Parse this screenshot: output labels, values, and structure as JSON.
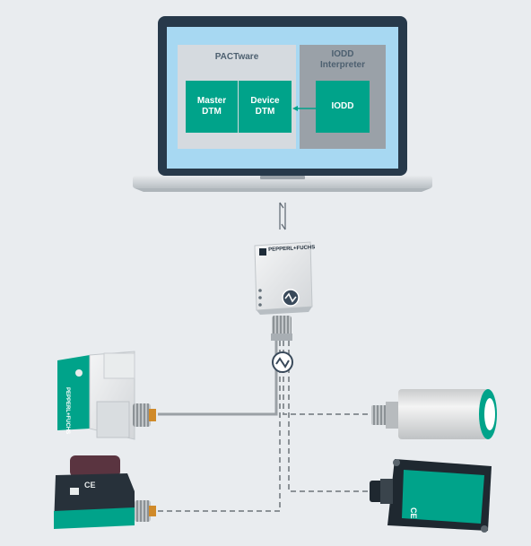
{
  "software": {
    "pactware_label": "PACTware",
    "master_dtm_line1": "Master",
    "master_dtm_line2": "DTM",
    "device_dtm_line1": "Device",
    "device_dtm_line2": "DTM",
    "iodd_interpreter_line1": "IODD",
    "iodd_interpreter_line2": "Interpreter",
    "iodd_label": "IODD"
  },
  "hardware": {
    "master_brand": "PEPPERL+FUCHS",
    "sensor_brand": "PEPPERL+FUCHS",
    "ce_mark": "CE"
  },
  "colors": {
    "teal": "#00a38a",
    "screen_blue": "#a7d8f2",
    "panel_grey": "#d5dadf",
    "bezel_dark": "#27394a",
    "background": "#e9ecef"
  },
  "icons": [
    "io-link-icon",
    "laptop-icon",
    "bidirectional-arrow-icon"
  ]
}
